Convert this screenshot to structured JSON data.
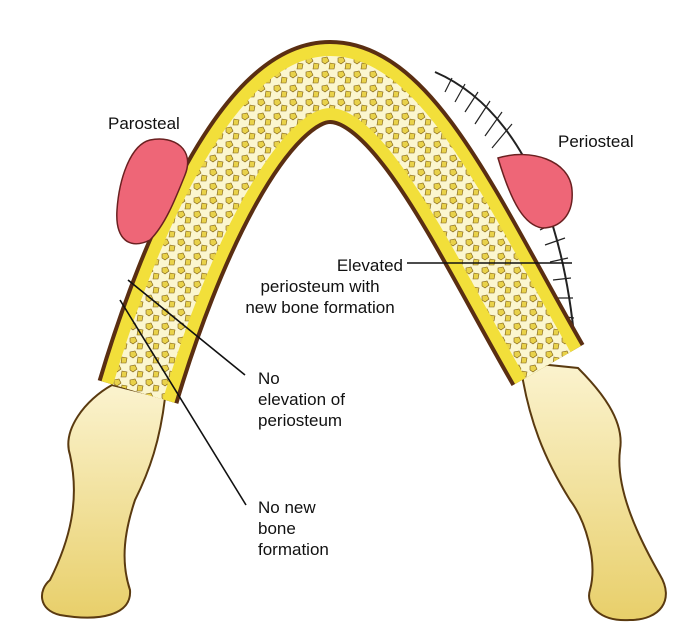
{
  "labels": {
    "parosteal": "Parosteal",
    "periosteal": "Periosteal",
    "elevated": [
      "Elevated",
      "periosteum with",
      "new bone formation"
    ],
    "no_elevation": [
      "No",
      "elevation of",
      "periosteum"
    ],
    "no_new_bone": [
      "No new",
      "bone",
      "formation"
    ]
  },
  "colors": {
    "cortex": "#f2df3a",
    "outline": "#5a2e12",
    "marrow": "#fbf6cf",
    "trabecula": "#e9d24a",
    "lesion": "#ee6677",
    "ramus": "#f3e6a8"
  }
}
